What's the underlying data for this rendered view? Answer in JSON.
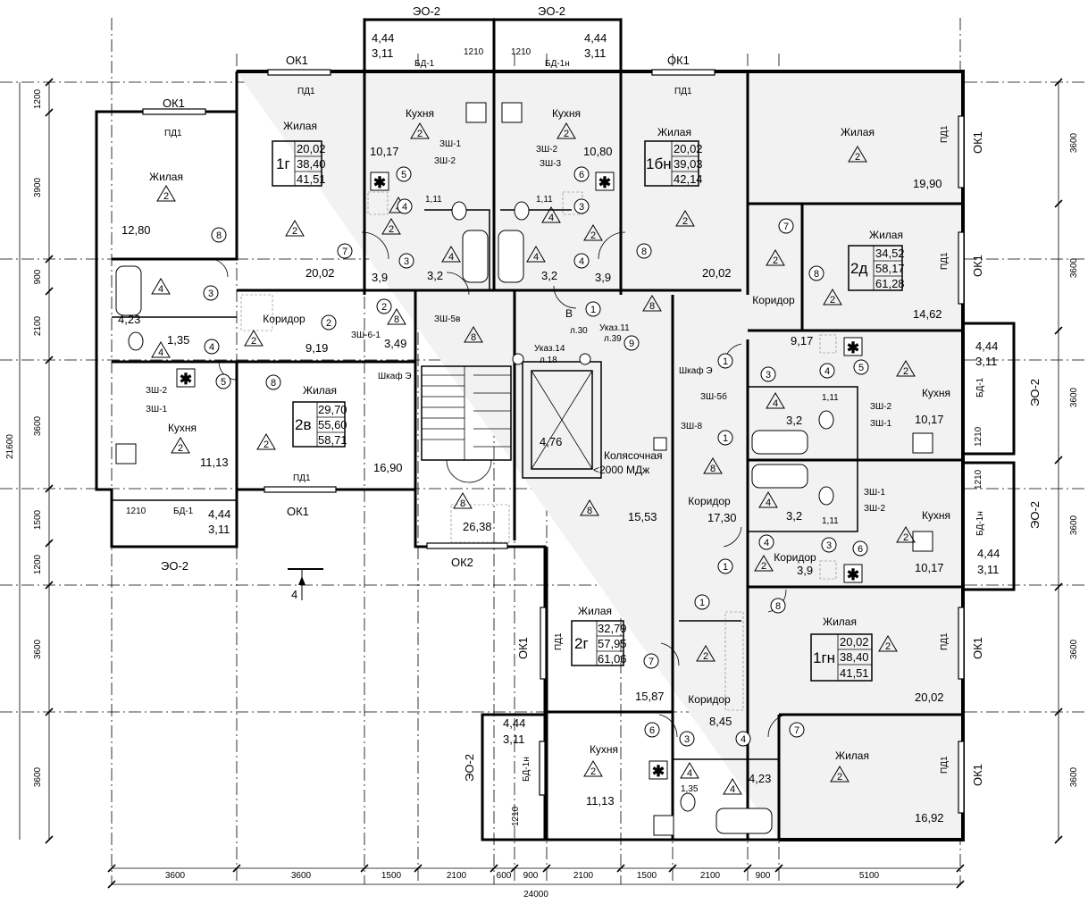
{
  "plan": {
    "overall_dimensions": {
      "width": "24000",
      "height": "21600"
    },
    "bottom_dimensions": [
      "3600",
      "3600",
      "1500",
      "2100",
      "600",
      "900",
      "2100",
      "1500",
      "2100",
      "900",
      "5100"
    ],
    "left_dimensions": [
      "1200",
      "3900",
      "900",
      "2100",
      "3600",
      "1500",
      "1200",
      "3600",
      "3600"
    ],
    "right_dimensions": [
      "3600",
      "3600",
      "3600",
      "3600",
      "3600",
      "3600"
    ],
    "section_mark": "4",
    "apartments": [
      {
        "id": "1г",
        "areas": [
          "20,02",
          "38,40",
          "41,51"
        ]
      },
      {
        "id": "1бн",
        "areas": [
          "20,02",
          "39,03",
          "42,14"
        ]
      },
      {
        "id": "2д",
        "areas": [
          "34,52",
          "58,17",
          "61,28"
        ]
      },
      {
        "id": "2в",
        "areas": [
          "29,70",
          "55,60",
          "58,71"
        ]
      },
      {
        "id": "2г",
        "areas": [
          "32,79",
          "57,95",
          "61,06"
        ]
      },
      {
        "id": "1гн",
        "areas": [
          "20,02",
          "38,40",
          "41,51"
        ]
      }
    ],
    "rooms": [
      {
        "name": "Жилая",
        "area": "12,80"
      },
      {
        "name": "Жилая",
        "area": "20,02"
      },
      {
        "name": "Кухня",
        "area": "10,17"
      },
      {
        "name": "Кухня",
        "area": "10,80"
      },
      {
        "name": "Жилая",
        "area": "20,02"
      },
      {
        "name": "Жилая",
        "area": "19,90"
      },
      {
        "name": "Жилая",
        "area": "14,62"
      },
      {
        "name": "Коридор",
        "area": "9,19"
      },
      {
        "name": "Жилая",
        "area": "16,90"
      },
      {
        "name": "Кухня",
        "area": "11,13"
      },
      {
        "name": "Коридор",
        "area": "9,17"
      },
      {
        "name": "Кухня",
        "area": "10,17"
      },
      {
        "name": "Кухня",
        "area": "10,17"
      },
      {
        "name": "Коридор",
        "area": "17,30"
      },
      {
        "name": "Коридор",
        "area": "3,9"
      },
      {
        "name": "Жилая",
        "area": "15,87"
      },
      {
        "name": "Коридор",
        "area": "8,45"
      },
      {
        "name": "Жилая",
        "area": "20,02"
      },
      {
        "name": "Кухня",
        "area": "11,13"
      },
      {
        "name": "Жилая",
        "area": "16,92"
      }
    ],
    "small_areas": [
      "4,23",
      "1,35",
      "3,2",
      "3,2",
      "3,9",
      "3,9",
      "3,49",
      "1,11",
      "1,11",
      "3,2",
      "1,11",
      "3,2",
      "1,11",
      "4,23",
      "1,35",
      "26,38",
      "4,76",
      "15,53"
    ],
    "balcony_areas": [
      "4,44",
      "3,11"
    ],
    "labels": {
      "ok1": "ОК1",
      "ok2": "ОК2",
      "pd1": "ПД1",
      "eo2": "ЭО-2",
      "bd1": "БД-1",
      "bd1n": "БД-1н",
      "balcony_width": "1210",
      "stroller": "Колясочная",
      "stroller_note": "<2000 МДж",
      "shkaf": "Шкаф Э",
      "shafts": [
        "ЗШ-1",
        "ЗШ-2",
        "ЗШ-3",
        "ЗШ-5в",
        "ЗШ-5б",
        "ЗШ-6-1",
        "ЗШ-8"
      ],
      "elevator_mark": "В",
      "pointer_notes": [
        "л.30",
        "Указ.11",
        "л.39",
        "Указ.14",
        "л.18"
      ]
    }
  }
}
